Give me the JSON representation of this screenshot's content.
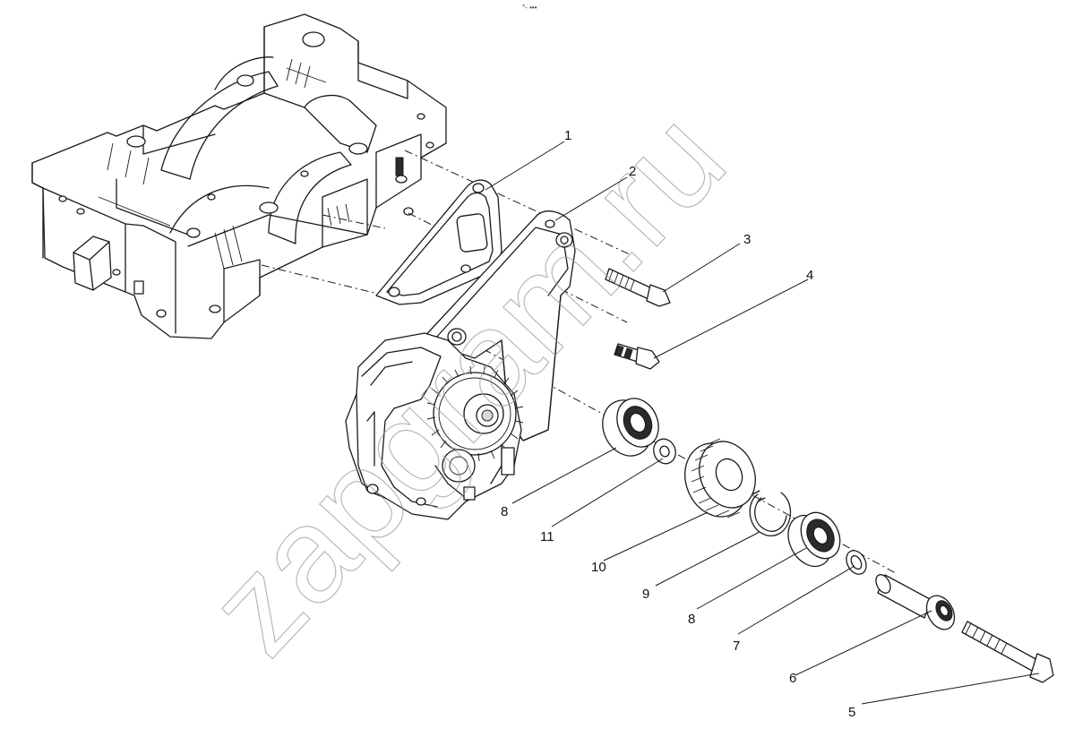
{
  "header_mark": "°- •••",
  "watermark": "zapgram.ru",
  "callouts": [
    {
      "id": "1",
      "text": "1"
    },
    {
      "id": "2",
      "text": "2"
    },
    {
      "id": "3",
      "text": "3"
    },
    {
      "id": "4",
      "text": "4"
    },
    {
      "id": "5",
      "text": "5"
    },
    {
      "id": "6",
      "text": "6"
    },
    {
      "id": "7",
      "text": "7"
    },
    {
      "id": "8a",
      "text": "8"
    },
    {
      "id": "8b",
      "text": "8"
    },
    {
      "id": "9",
      "text": "9"
    },
    {
      "id": "10",
      "text": "10"
    },
    {
      "id": "11",
      "text": "11"
    }
  ]
}
